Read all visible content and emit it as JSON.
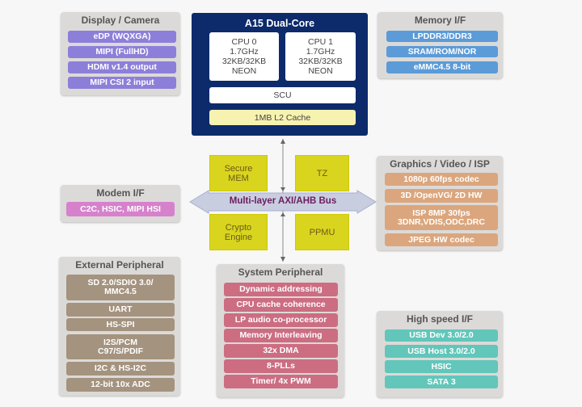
{
  "colors": {
    "navy": "#0d2a6b",
    "display": "#8c7fd9",
    "memory": "#5b9bd8",
    "modem": "#d681cc",
    "graphics": "#dba67d",
    "external": "#a4937f",
    "system": "#cc6d82",
    "highspeed": "#62c6ba",
    "secure": "#d9d51e",
    "l2cache": "#f6f2b0",
    "bus": "#c9cde0"
  },
  "cpu_block": {
    "title": "A15 Dual-Core",
    "cpus": [
      "CPU 0\n1.7GHz\n32KB/32KB\nNEON",
      "CPU 1\n1.7GHz\n32KB/32KB\nNEON"
    ],
    "scu": "SCU",
    "l2": "1MB L2 Cache"
  },
  "bus": {
    "label": "Multi-layer AXI/AHB Bus"
  },
  "security": {
    "secure_mem": "Secure\nMEM",
    "tz": "TZ",
    "crypto": "Crypto\nEngine",
    "ppmu": "PPMU"
  },
  "groups": {
    "display": {
      "title": "Display / Camera",
      "items": [
        "eDP (WQXGA)",
        "MIPI (FullHD)",
        "HDMI v1.4 output",
        "MIPI CSI 2 input"
      ]
    },
    "memory": {
      "title": "Memory I/F",
      "items": [
        "LPDDR3/DDR3",
        "SRAM/ROM/NOR",
        "eMMC4.5 8-bit"
      ]
    },
    "modem": {
      "title": "Modem I/F",
      "items": [
        "C2C, HSIC, MIPI HSI"
      ]
    },
    "graphics": {
      "title": "Graphics / Video / ISP",
      "items": [
        "1080p 60fps codec",
        "3D /OpenVG/ 2D HW",
        "ISP 8MP 30fps\n3DNR,VDIS,ODC,DRC",
        "JPEG HW codec"
      ]
    },
    "external": {
      "title": "External Peripheral",
      "items": [
        "SD 2.0/SDIO 3.0/\nMMC4.5",
        "UART",
        "HS-SPI",
        "I2S/PCM\nC97/S/PDIF",
        "I2C & HS-I2C",
        "12-bit 10x ADC"
      ]
    },
    "system": {
      "title": "System Peripheral",
      "items": [
        "Dynamic addressing",
        "CPU cache coherence",
        "LP audio co-processor",
        "Memory Interleaving",
        "32x DMA",
        "8-PLLs",
        "Timer/ 4x PWM"
      ]
    },
    "highspeed": {
      "title": "High speed I/F",
      "items": [
        "USB Dev 3.0/2.0",
        "USB Host 3.0/2.0",
        "HSIC",
        "SATA 3"
      ]
    }
  }
}
